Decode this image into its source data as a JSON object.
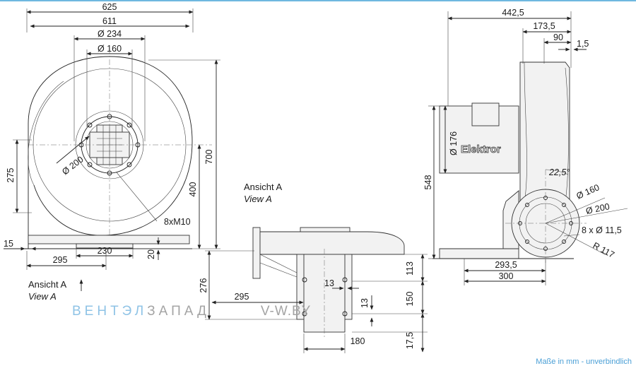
{
  "front_view": {
    "dims": [
      "625",
      "611",
      "Ø 234",
      "Ø 160",
      "Ø 200",
      "8xM10",
      "700",
      "400",
      "275",
      "15",
      "295",
      "230",
      "20"
    ],
    "view_label_de": "Ansicht A",
    "view_label_en": "View A"
  },
  "view_a": {
    "title_de": "Ansicht A",
    "title_en": "View A",
    "dims": [
      "276",
      "295",
      "13",
      "113",
      "13",
      "150",
      "17,5",
      "180"
    ]
  },
  "side_view": {
    "dims": [
      "442,5",
      "173,5",
      "90",
      "1,5",
      "Ø 176",
      "548",
      "22,5°",
      "Ø 160",
      "Ø 200",
      "8 x Ø 11,5",
      "R 117",
      "293,5",
      "300"
    ],
    "logo_text": "Elektror"
  },
  "watermark": {
    "part1": "ВЕНТЭЛ",
    "part2": "ЗАПАД",
    "part3": "V-W.BY"
  },
  "footnote": "Maße in mm - unverbindlich"
}
